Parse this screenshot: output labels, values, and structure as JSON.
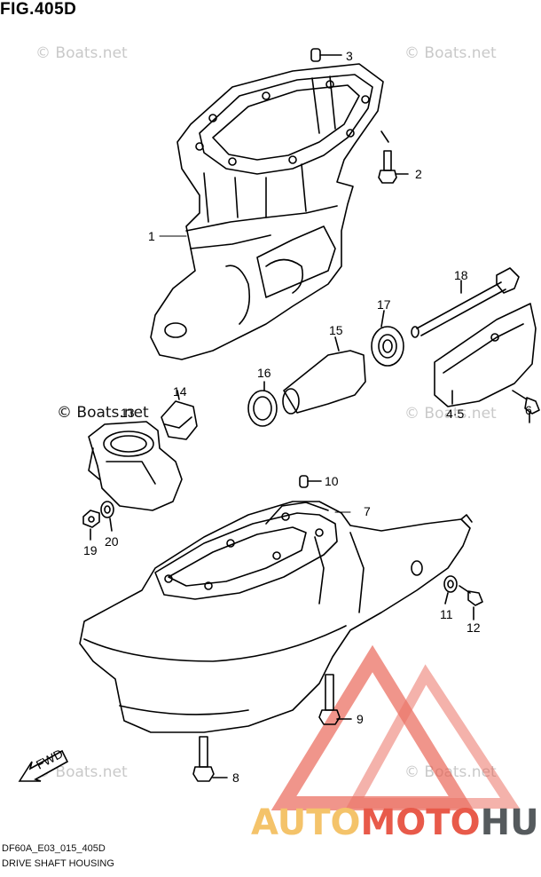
{
  "figure": {
    "title": "FIG.405D",
    "code": "DF60A_E03_015_405D",
    "caption": "DRIVE SHAFT HOUSING"
  },
  "watermarks": {
    "light": "© Boats.net",
    "dark": "© Boats.net"
  },
  "brand": {
    "part1": "AUTO",
    "part2": "MOTO",
    "part3": "HUB",
    "colors": {
      "auto": "#f4c36a",
      "moto": "#e85a4a",
      "hub": "#555a5d"
    }
  },
  "fwd_label": "FWD",
  "callouts": {
    "c1": "1",
    "c2": "2",
    "c3": "3",
    "c45": "4·5",
    "c6": "6",
    "c7": "7",
    "c8": "8",
    "c9": "9",
    "c10": "10",
    "c11": "11",
    "c12": "12",
    "c13": "13",
    "c14": "14",
    "c15": "15",
    "c16": "16",
    "c17": "17",
    "c18": "18",
    "c19": "19",
    "c20": "20"
  }
}
